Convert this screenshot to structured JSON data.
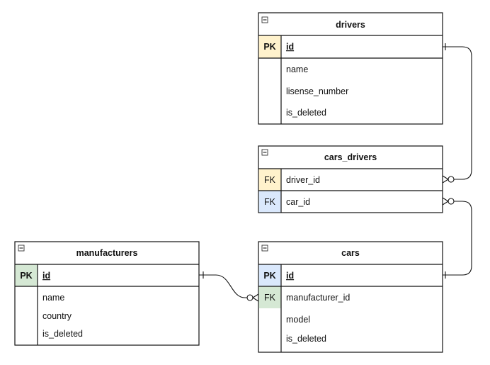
{
  "colors": {
    "pk_yellow": "#fff2cc",
    "pk_blue": "#dae8fc",
    "pk_green": "#d5e8d4",
    "fk_yellow": "#fff2cc",
    "fk_blue": "#dae8fc",
    "fk_green": "#d5e8d4",
    "line": "#111111"
  },
  "tables": {
    "drivers": {
      "title": "drivers",
      "pk": {
        "key": "PK",
        "name": "id",
        "color": "#fff2cc"
      },
      "fields": [
        "name",
        "lisense_number",
        "is_deleted"
      ]
    },
    "cars_drivers": {
      "title": "cars_drivers",
      "keys": [
        {
          "key": "FK",
          "name": "driver_id",
          "color": "#fff2cc"
        },
        {
          "key": "FK",
          "name": "car_id",
          "color": "#dae8fc"
        }
      ]
    },
    "manufacturers": {
      "title": "manufacturers",
      "pk": {
        "key": "PK",
        "name": "id",
        "color": "#d5e8d4"
      },
      "fields": [
        "name",
        "country",
        "is_deleted"
      ]
    },
    "cars": {
      "title": "cars",
      "pk": {
        "key": "PK",
        "name": "id",
        "color": "#dae8fc"
      },
      "fk": {
        "key": "FK",
        "name": "manufacturer_id",
        "color": "#d5e8d4"
      },
      "fields": [
        "model",
        "is_deleted"
      ]
    }
  },
  "relations": [
    {
      "from": "drivers.id",
      "to": "cars_drivers.driver_id",
      "from_end": "one",
      "to_end": "zero-or-many"
    },
    {
      "from": "cars.id",
      "to": "cars_drivers.car_id",
      "from_end": "one",
      "to_end": "zero-or-many"
    },
    {
      "from": "manufacturers.id",
      "to": "cars.manufacturer_id",
      "from_end": "one",
      "to_end": "zero-or-many"
    }
  ]
}
